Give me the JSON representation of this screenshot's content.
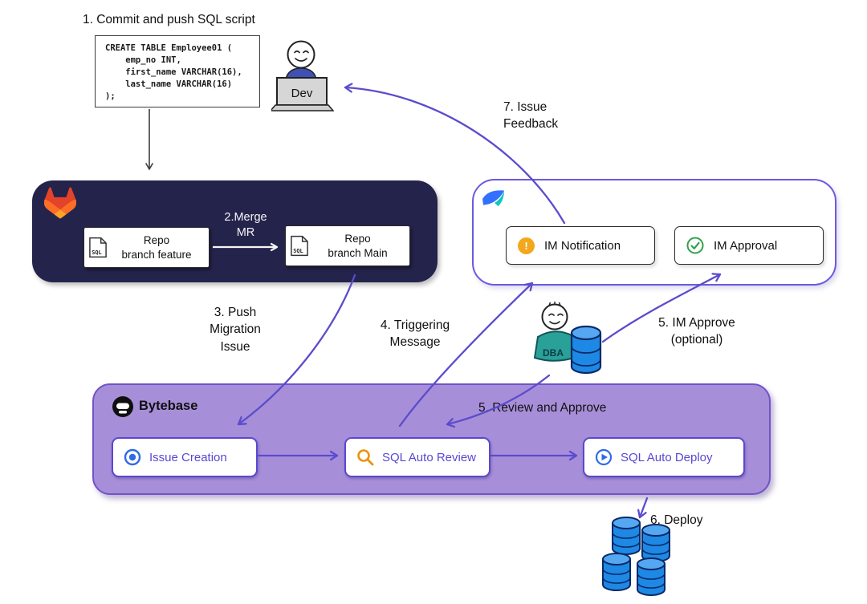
{
  "steps": {
    "step1": "1. Commit and push SQL script",
    "step2": "2.Merge\nMR",
    "step3": "3. Push\nMigration\nIssue",
    "step4": "4. Triggering\nMessage",
    "step5_im": "5. IM Approve\n(optional)",
    "step5_review": "5. Review and Approve",
    "step6": "6. Deploy",
    "step7": "7. Issue\nFeedback"
  },
  "code": {
    "lines": [
      "CREATE TABLE Employee01 (",
      "    emp_no INT,",
      "    first_name VARCHAR(16),",
      "    last_name VARCHAR(16)",
      ");"
    ]
  },
  "actors": {
    "dev_label": "Dev",
    "dba_label": "DBA"
  },
  "gitlab": {
    "repo_feature": "Repo\nbranch feature",
    "repo_main": "Repo\nbranch Main",
    "sql_icon_label": "SQL"
  },
  "im": {
    "notification_label": "IM Notification",
    "approval_label": "IM Approval",
    "notification_symbol": "!"
  },
  "bytebase": {
    "title": "Bytebase",
    "issue_creation": "Issue Creation",
    "sql_auto_review": "SQL Auto Review",
    "sql_auto_deploy": "SQL Auto Deploy"
  },
  "icons": {
    "gitlab": "gitlab-tanuki",
    "im_app": "lark-logo",
    "repo_file": "sql-document",
    "notification": "alert-circle-orange",
    "approval": "check-circle-green",
    "bytebase": "bytebase-astronaut",
    "issue_creation": "target-circle-blue",
    "sql_auto_review": "magnifier-orange",
    "sql_auto_deploy": "play-circle-blue",
    "database": "db-cylinder-blue"
  },
  "colors": {
    "gitlab_container": "#24234b",
    "im_border": "#6a5ae0",
    "bytebase_fill": "#a78ed9",
    "bytebase_border": "#7153c9",
    "arrow": "#5b4ccc",
    "node_text": "#5848d0",
    "alert_orange": "#f2a71d",
    "check_green": "#33a04a",
    "db_blue": "#1e88e5",
    "dev_shirt": "#3f51b5",
    "dba_shirt": "#2aa198"
  }
}
